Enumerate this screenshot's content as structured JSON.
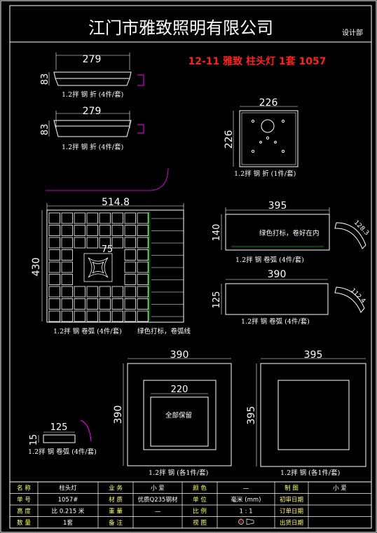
{
  "header": {
    "company": "江门市雅致照明有限公司",
    "dept": "设计部"
  },
  "product_title": "12-11 雅致 柱头灯 1套 1057",
  "parts": {
    "strip1": {
      "dim_w": "279",
      "dim_h": "83",
      "label": "1.2拌 钢 折 (4件/套)"
    },
    "strip2": {
      "dim_w": "279",
      "dim_h": "83",
      "label": "1.2拌 钢 折 (4件/套)"
    },
    "plate226": {
      "dim_w": "226",
      "dim_h": "226",
      "label": "1.2拌 钢 折 (1件/套)"
    },
    "grid": {
      "dim_w": "514.8",
      "dim_h": "430",
      "dim_center": "75",
      "label": "1.2拌 钢 卷弧 (4件/套)",
      "note": "绿色打标，卷弧线"
    },
    "bandA": {
      "dim_w": "395",
      "dim_h": "140",
      "note": "绿色打标，卷好在内",
      "label": "1.2拌 钢 卷弧 (4件/套)",
      "arc_dim": "128.3"
    },
    "bandB": {
      "dim_w": "390",
      "dim_h": "125",
      "label": "1.2拌 钢 卷弧 (4件/套)",
      "arc_dim": "112.4"
    },
    "strip125": {
      "dim_w": "125",
      "dim_h": "15",
      "label": "1.2拌 钢 卷弧 (4件/套)"
    },
    "frame390": {
      "dim_w": "390",
      "dim_h": "390",
      "inner_w": "220",
      "note": "全部保留",
      "label": "1.2拌 钢 (各1件/套)"
    },
    "frame395": {
      "dim_w": "395",
      "dim_h": "395",
      "label": "1.2拌 钢 (各1件/套)"
    }
  },
  "title_block": {
    "rows": [
      [
        "名 称",
        "柱头灯",
        "业 务",
        "小 爱",
        "颜 色",
        "—",
        "制 图",
        "小 爱"
      ],
      [
        "单 号",
        "1057#",
        "材 质",
        "优质Q235钢材",
        "单 位",
        "毫米 (mm)",
        "初审日期",
        ""
      ],
      [
        "高 度",
        "比 0.215 米",
        "重 量",
        "—",
        "比 例",
        "1 : 1",
        "订单日期",
        ""
      ],
      [
        "数 量",
        "1套",
        "备 注",
        "",
        "视 图",
        "",
        "出货日期",
        ""
      ]
    ]
  },
  "colors": {
    "line": "#ffffff",
    "accent": "#ff2020",
    "magenta": "#ff00ff",
    "green": "#00c800",
    "yellow": "#ffff66"
  }
}
